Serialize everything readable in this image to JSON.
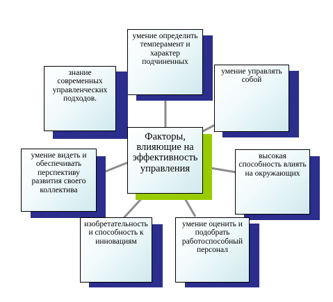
{
  "diagram": {
    "center": {
      "label": "Факторы, влияющие на эффективность управления"
    },
    "factors": [
      {
        "id": "temperament",
        "label": "умение определить темперамент и характер подчиненных"
      },
      {
        "id": "self-control",
        "label": "умение управлять собой"
      },
      {
        "id": "influence",
        "label": "высокая способность влиять на окружающих"
      },
      {
        "id": "staff",
        "label": "умение оценить и подобрать работоспособный персонал"
      },
      {
        "id": "innovation",
        "label": "изобретательность и способность к инновациям"
      },
      {
        "id": "perspective",
        "label": "умение видеть и обеспечивать перспективу развития своего коллектива"
      },
      {
        "id": "knowledge",
        "label": "знание современных управленческих подходов."
      }
    ]
  },
  "colors": {
    "shadow": "#2b2e8c",
    "center_shadow": "#99cc00",
    "connector": "#8c8c8c",
    "box_fill_light": "#ffffff",
    "box_fill_dark": "#cfe9ee"
  }
}
